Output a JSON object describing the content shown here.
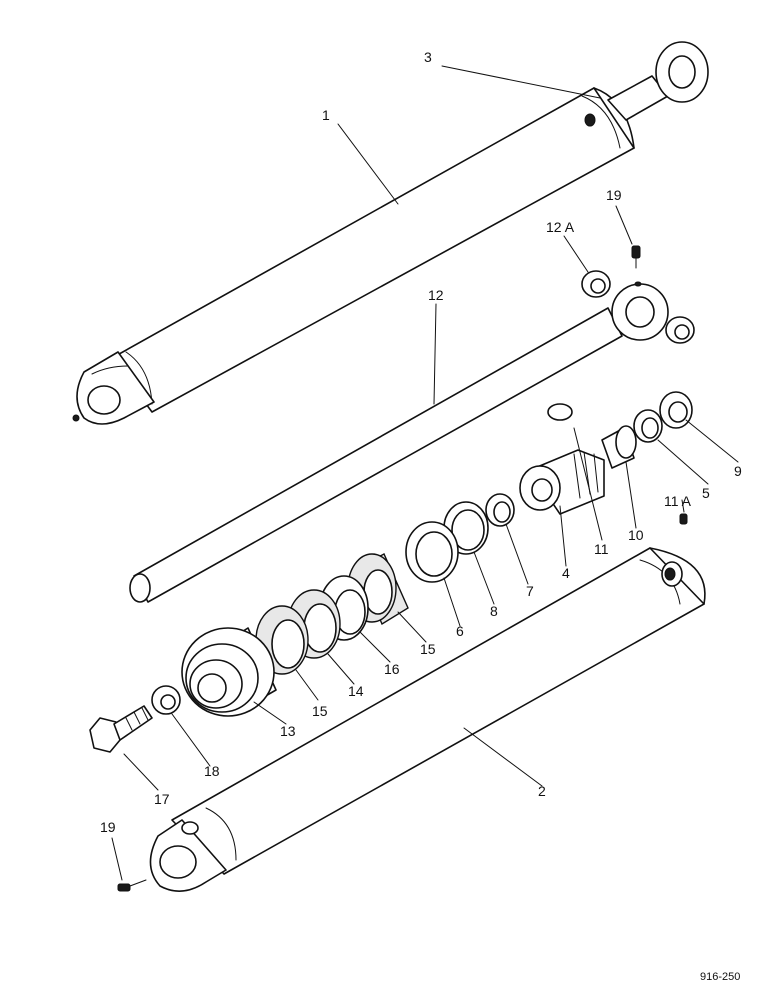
{
  "diagram": {
    "figure_code": "916-250",
    "callouts": {
      "c1": "1",
      "c2": "2",
      "c3": "3",
      "c4": "4",
      "c5": "5",
      "c6": "6",
      "c7": "7",
      "c8": "8",
      "c9": "9",
      "c10": "10",
      "c11": "11",
      "c11a": "11 A",
      "c12": "12",
      "c12a": "12 A",
      "c13": "13",
      "c14": "14",
      "c15a": "15",
      "c15b": "15",
      "c16": "16",
      "c17": "17",
      "c18": "18",
      "c19a": "19",
      "c19b": "19"
    }
  }
}
